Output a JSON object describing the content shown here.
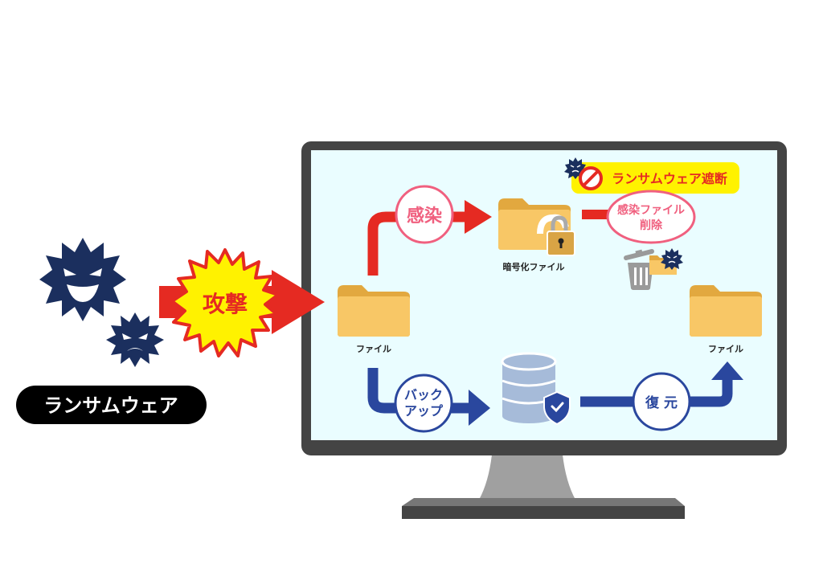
{
  "attacker": {
    "label": "ランサムウェア",
    "attack_label": "攻撃"
  },
  "diagram": {
    "source_file_label": "ファイル",
    "infect_label": "感染",
    "encrypted_file_label": "暗号化ファイル",
    "block_badge_label": "ランサムウェア遮断",
    "delete_label_line1": "感染ファイル",
    "delete_label_line2": "削除",
    "backup_label_line1": "バック",
    "backup_label_line2": "アップ",
    "restore_label": "復 元",
    "restored_file_label": "ファイル"
  },
  "colors": {
    "threat_red": "#e52a22",
    "backup_blue": "#2a479e",
    "virus_navy": "#1b2f5e",
    "infect_pink": "#f0607f",
    "folder_yellow": "#f8c766",
    "folder_tab": "#e2a83f",
    "screen_bg": "#eafdff",
    "monitor_frame": "#444444",
    "badge_yellow": "#fff200"
  }
}
